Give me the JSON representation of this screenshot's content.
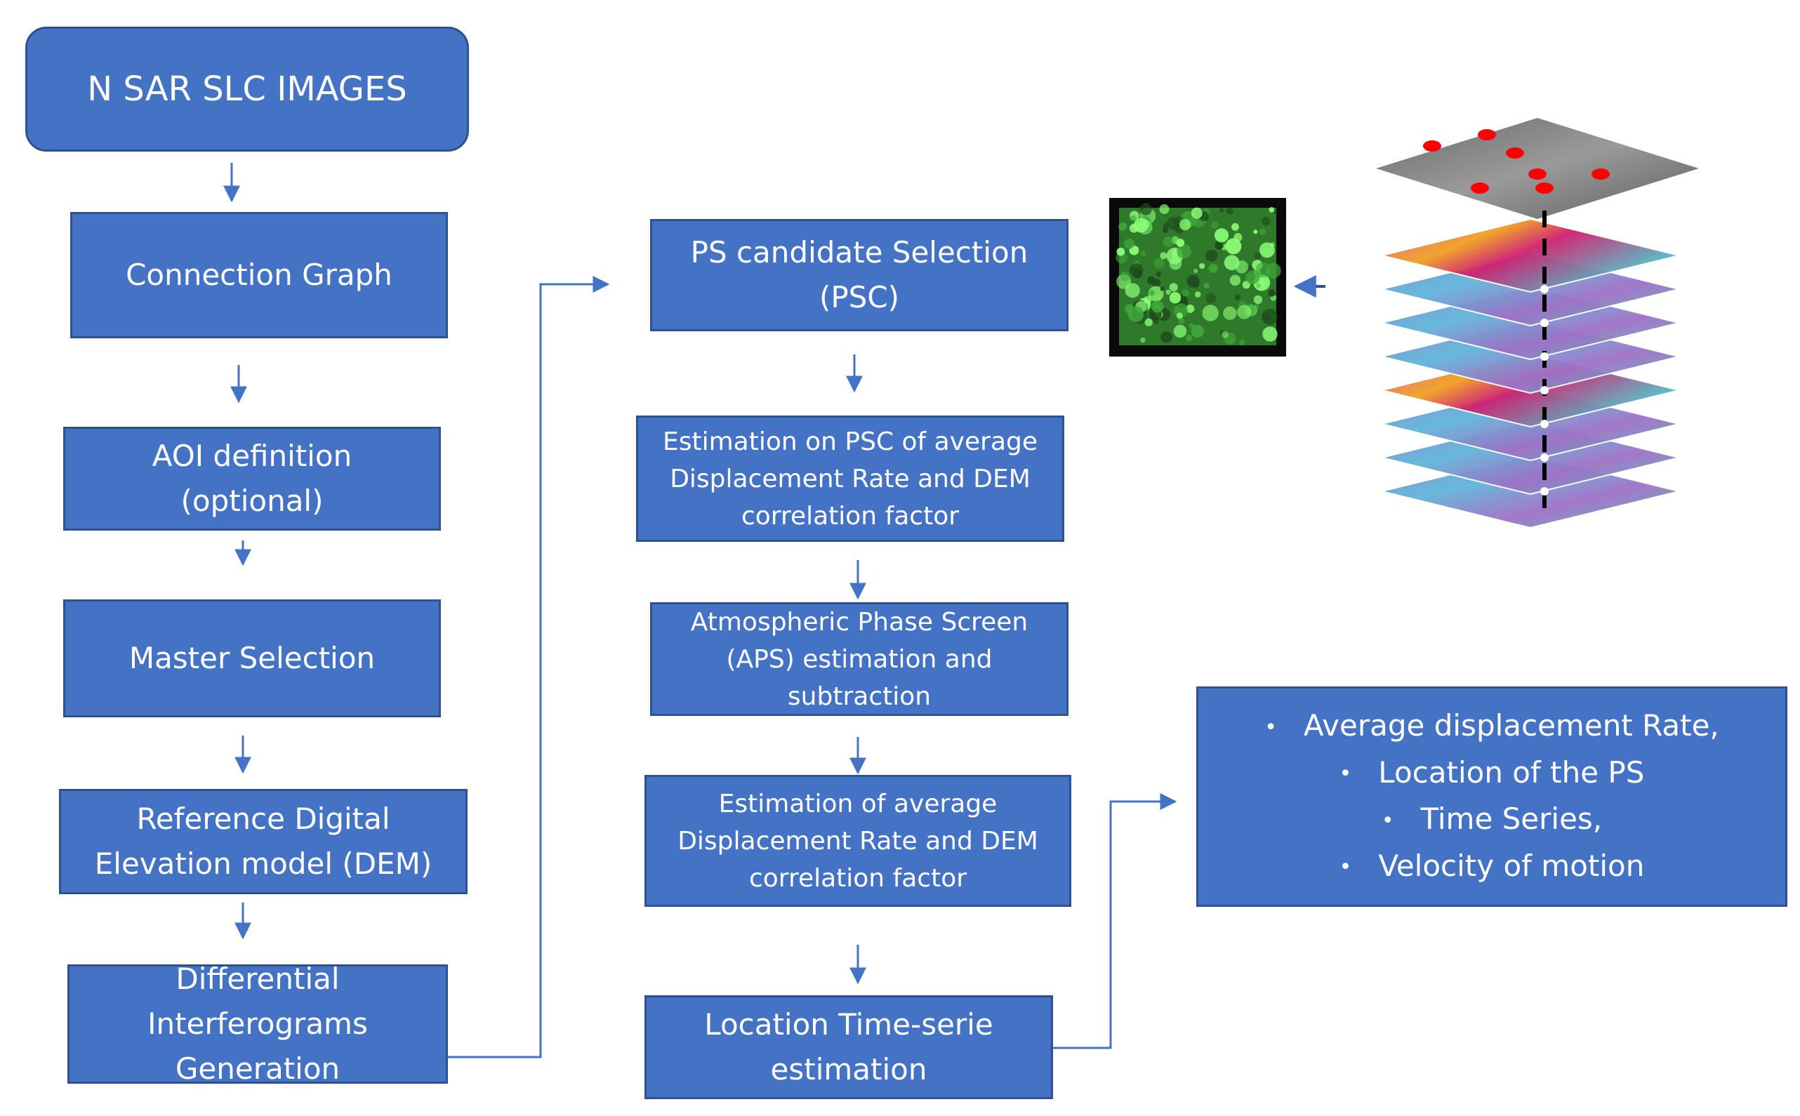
{
  "left_column": [
    {
      "id": "sar",
      "lines": [
        "N SAR SLC IMAGES"
      ]
    },
    {
      "id": "graph",
      "lines": [
        "Connection Graph"
      ]
    },
    {
      "id": "aoi",
      "lines": [
        "AOI definition",
        "(optional)"
      ]
    },
    {
      "id": "master",
      "lines": [
        "Master Selection"
      ]
    },
    {
      "id": "dem",
      "lines": [
        "Reference Digital",
        "Elevation model (DEM)"
      ]
    },
    {
      "id": "diff",
      "lines": [
        "Differential",
        "Interferograms",
        "Generation"
      ]
    }
  ],
  "middle_column": [
    {
      "id": "psc",
      "lines": [
        "PS candidate Selection",
        "(PSC)"
      ]
    },
    {
      "id": "est-psc",
      "lines": [
        "Estimation on PSC of average",
        "Displacement Rate and DEM",
        "correlation factor"
      ]
    },
    {
      "id": "aps",
      "lines": [
        "Atmospheric Phase Screen",
        "(APS) estimation and",
        "subtraction"
      ]
    },
    {
      "id": "est-avg",
      "lines": [
        "Estimation of average",
        "Displacement Rate and DEM",
        "correlation factor"
      ]
    },
    {
      "id": "loc",
      "lines": [
        "Location Time-serie",
        "estimation"
      ]
    }
  ],
  "outputs": {
    "bullet": "•",
    "items": [
      "Average displacement Rate,",
      "Location of the PS",
      "Time Series,",
      "Velocity of motion"
    ]
  },
  "colors": {
    "box_fill": "#4472C4",
    "box_border": "#2F528F",
    "arrow": "#4472C4",
    "text": "#FFFFFF",
    "point_marker": "#FF0000"
  },
  "icons": [
    "ps-candidate-thumbnail",
    "layered-sar-stack-icon",
    "arrow-icon"
  ]
}
